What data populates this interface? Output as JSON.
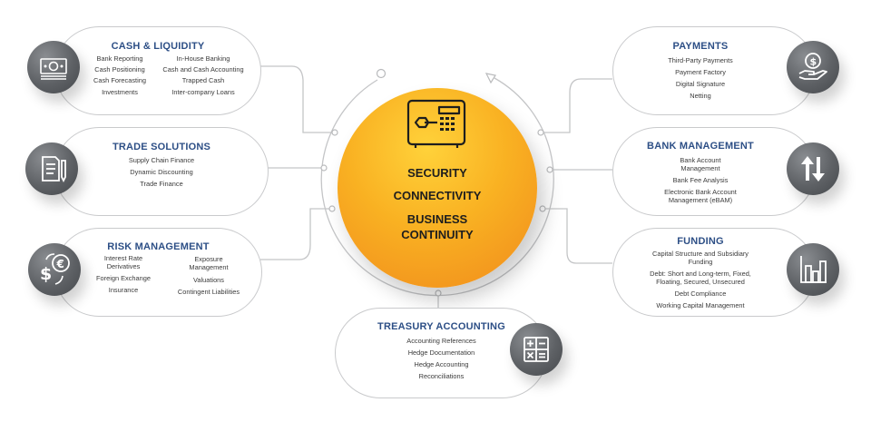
{
  "center": {
    "lines": [
      "SECURITY",
      "CONNECTIVITY",
      "BUSINESS",
      "CONTINUITY"
    ],
    "icon": "safe-icon"
  },
  "cash": {
    "title": "CASH & LIQUIDITY",
    "left": [
      "Bank Reporting",
      "Cash Positioning",
      "Cash Forecasting",
      "Investments"
    ],
    "right": [
      "In-House Banking",
      "Cash and Cash Accounting",
      "Trapped Cash",
      "Inter-company Loans"
    ],
    "icon": "cash-money-icon"
  },
  "trade": {
    "title": "TRADE SOLUTIONS",
    "items": [
      "Supply Chain Finance",
      "Dynamic Discounting",
      "Trade Finance"
    ],
    "icon": "document-pen-icon"
  },
  "risk": {
    "title": "RISK MANAGEMENT",
    "left": [
      "Interest Rate",
      "Derivatives",
      "Foreign Exchange",
      "Insurance"
    ],
    "right": [
      "Exposure",
      "Management",
      "Valuations",
      "Contingent Liabilities"
    ],
    "icon": "currency-exchange-icon"
  },
  "treasury": {
    "title": "TREASURY ACCOUNTING",
    "items": [
      "Accounting References",
      "Hedge Documentation",
      "Hedge Accounting",
      "Reconciliations"
    ],
    "icon": "calculator-icon"
  },
  "payments": {
    "title": "PAYMENTS",
    "items": [
      "Third-Party Payments",
      "Payment Factory",
      "Digital Signature",
      "Netting"
    ],
    "icon": "hand-coin-icon"
  },
  "bank": {
    "title": "BANK MANAGEMENT",
    "items": [
      "Bank Account",
      "Management",
      "Bank Fee Analysis",
      "Electronic Bank Account",
      "Management (eBAM)"
    ],
    "icon": "up-down-arrows-icon"
  },
  "funding": {
    "title": "FUNDING",
    "items": [
      "Capital Structure and Subsidiary",
      "Funding",
      "Debt: Short and Long-term, Fixed,",
      "Floating, Secured, Unsecured",
      "Debt Compliance",
      "Working Capital Management"
    ],
    "icon": "bar-chart-icon"
  },
  "colors": {
    "title_blue": "#2d4f86",
    "orange": "#f7a823",
    "icon_grey": "#5e6165",
    "line_grey": "#c9cacc"
  }
}
